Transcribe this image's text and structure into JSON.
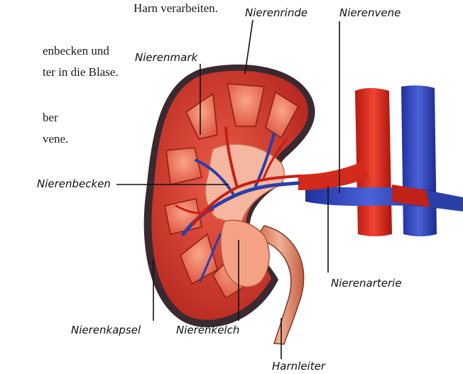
{
  "body_text": {
    "line1": "Harn verarbeiten.",
    "line2": "enbecken und",
    "line3": "ter in die Blase.",
    "line4": "ber",
    "line5": "vene."
  },
  "labels": {
    "nierenrinde": "Nierenrinde",
    "nierenvene": "Nierenvene",
    "nierenmark": "Nierenmark",
    "nierenbecken": "Nierenbecken",
    "nierenarterie": "Nierenarterie",
    "nierenkapsel": "Nierenkapsel",
    "nierenkelch": "Nierenkelch",
    "harnleiter": "Harnleiter"
  },
  "colors": {
    "vein": "#2a3fa8",
    "artery": "#d42a1c",
    "cortex": "#d9463a",
    "medulla": "#f07a5e",
    "capsule": "#3a2a30",
    "pelvis": "#f6b7a0"
  }
}
